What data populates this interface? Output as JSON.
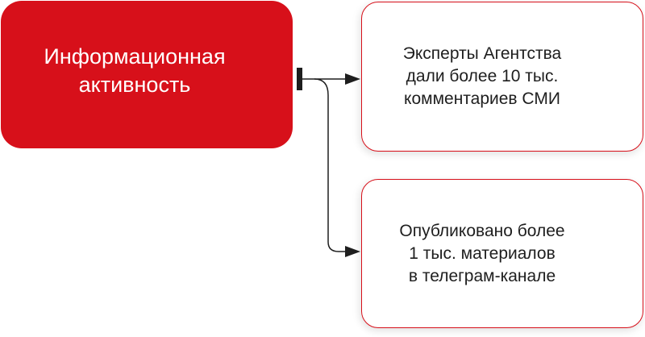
{
  "diagram": {
    "main_node": {
      "label": "Информационная\nактивность",
      "color": "#d7101a"
    },
    "children": [
      {
        "label": "Эксперты Агентства\nдали более 10 тыс.\nкомментариев СМИ"
      },
      {
        "label": "Опубликовано более\n1 тыс. материалов\nв телеграм-канале"
      }
    ],
    "connector_color": "#1e1e1e",
    "border_color": "#d7101a"
  }
}
